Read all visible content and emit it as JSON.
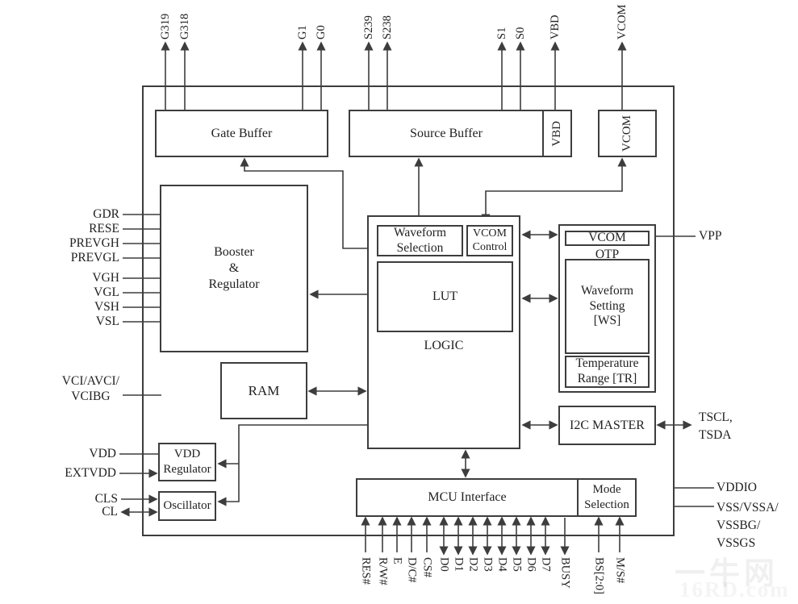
{
  "blocks": {
    "gate_buffer": "Gate Buffer",
    "source_buffer": "Source Buffer",
    "vbd_compartment": "VBD",
    "vcom_block": "VCOM",
    "booster": [
      "Booster",
      "&",
      "Regulator"
    ],
    "waveform_selection": [
      "Waveform",
      "Selection"
    ],
    "vcom_control": [
      "VCOM",
      "Control"
    ],
    "lut": "LUT",
    "logic": "LOGIC",
    "otp_vcom": "VCOM",
    "otp": "OTP",
    "waveform_setting": [
      "Waveform",
      "Setting",
      "[WS]"
    ],
    "temperature_range": [
      "Temperature",
      "Range [TR]"
    ],
    "ram": "RAM",
    "i2c_master": "I2C MASTER",
    "vdd_regulator": [
      "VDD",
      "Regulator"
    ],
    "oscillator": "Oscillator",
    "mcu_interface": "MCU Interface",
    "mode_selection": [
      "Mode",
      "Selection"
    ]
  },
  "pins_top": [
    "G319",
    "G318",
    "G1",
    "G0",
    "S239",
    "S238",
    "S1",
    "S0",
    "VBD",
    "VCOM"
  ],
  "pins_left": [
    "GDR",
    "RESE",
    "PREVGH",
    "PREVGL",
    "VGH",
    "VGL",
    "VSH",
    "VSL"
  ],
  "pins_left_other": {
    "vci": [
      "VCI/AVCI/",
      "VCIBG"
    ],
    "vdd": "VDD",
    "extvdd": "EXTVDD",
    "cls": "CLS",
    "cl": "CL"
  },
  "pins_right": {
    "vpp": "VPP",
    "tscl": "TSCL,",
    "tsda": "TSDA",
    "vddio": "VDDIO",
    "vss": [
      "VSS/VSSA/",
      "VSSBG/",
      "VSSGS"
    ]
  },
  "pins_bottom": [
    "RES#",
    "R/W#",
    "E",
    "D/C#",
    "CS#",
    "D0",
    "D1",
    "D2",
    "D3",
    "D4",
    "D5",
    "D6",
    "D7",
    "BUSY",
    "BS[2:0]",
    "M/S#"
  ],
  "watermark": {
    "line1": "一牛网",
    "line2": "16RD.com"
  }
}
